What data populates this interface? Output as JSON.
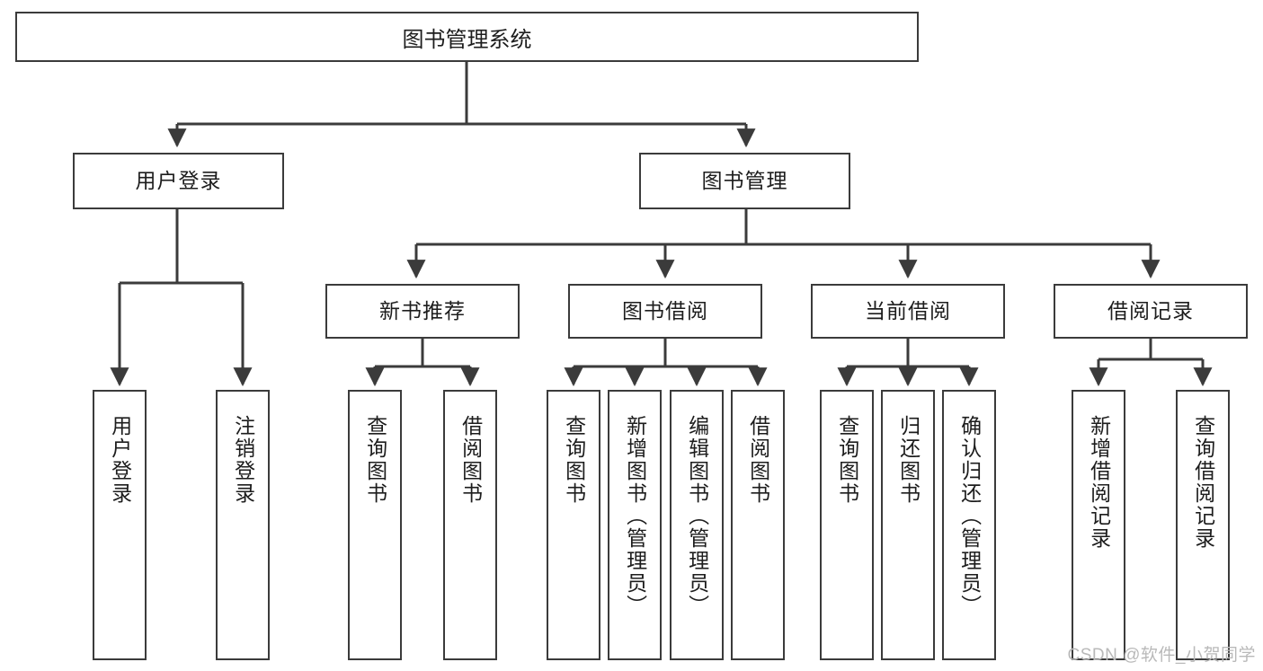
{
  "diagram": {
    "title": "图书管理系统",
    "type": "tree",
    "root": {
      "label": "图书管理系统"
    },
    "level2": [
      {
        "label": "用户登录"
      },
      {
        "label": "图书管理"
      }
    ],
    "level3": [
      {
        "label": "新书推荐"
      },
      {
        "label": "图书借阅"
      },
      {
        "label": "当前借阅"
      },
      {
        "label": "借阅记录"
      }
    ],
    "leaves": {
      "user_login": [
        {
          "label": "用户登录"
        },
        {
          "label": "注销登录"
        }
      ],
      "new_book_recommend": [
        {
          "label": "查询图书"
        },
        {
          "label": "借阅图书"
        }
      ],
      "book_borrow": [
        {
          "label": "查询图书"
        },
        {
          "label": "新增图书（管理员）"
        },
        {
          "label": "编辑图书（管理员）"
        },
        {
          "label": "借阅图书"
        }
      ],
      "current_borrow": [
        {
          "label": "查询图书"
        },
        {
          "label": "归还图书"
        },
        {
          "label": "确认归还（管理员）"
        }
      ],
      "borrow_records": [
        {
          "label": "新增借阅记录"
        },
        {
          "label": "查询借阅记录"
        }
      ]
    }
  },
  "watermark": {
    "text": "CSDN @软件_小贺同学"
  },
  "colors": {
    "stroke": "#3b3b3b",
    "background": "#ffffff",
    "text": "#1d1d1d",
    "watermark": "#b9b9b9"
  }
}
